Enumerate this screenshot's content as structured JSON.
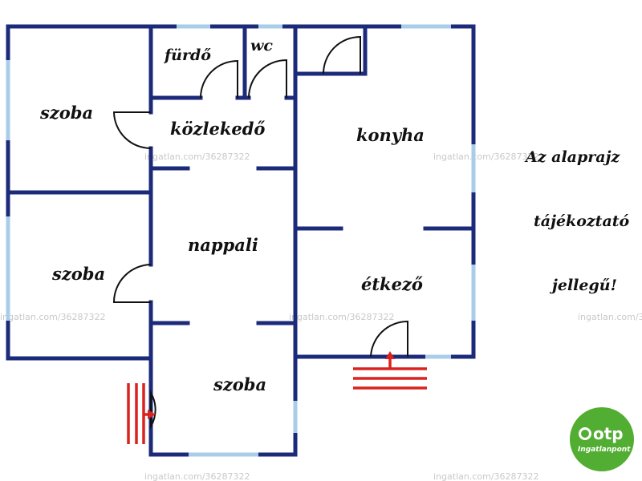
{
  "rooms": {
    "szoba_top_left": "szoba",
    "furdo": "fürdő",
    "wc": "wc",
    "kozlekedo": "közlekedő",
    "konyha": "konyha",
    "szoba_mid_left": "szoba",
    "nappali": "nappali",
    "etkezo": "étkező",
    "szoba_bottom": "szoba"
  },
  "note": {
    "line1": "Az alaprajz",
    "line2": "tájékoztató",
    "line3": "jellegű!"
  },
  "watermark": "ingatlan.com/36287322",
  "logo": {
    "brand": "otp",
    "subtitle": "Ingatlanpont",
    "color": "#52ae32"
  },
  "colors": {
    "wall": "#1c2a7a",
    "window": "#a9cde8",
    "entry_marker": "#d9231f"
  }
}
